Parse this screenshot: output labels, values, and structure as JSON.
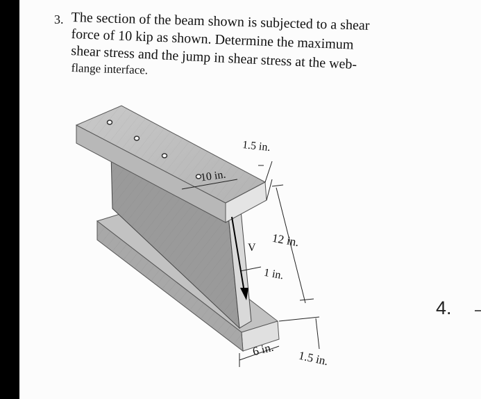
{
  "problem": {
    "number": "3.",
    "lines": [
      "The section of the beam shown is subjected to a shear",
      "force of 10 kip as shown. Determine the maximum",
      "shear stress and the jump in shear stress at the web-",
      "flange interface."
    ]
  },
  "figure": {
    "dimensions": {
      "flange_thickness_top": "1.5 in.",
      "flange_width_top": "10 in.",
      "web_height": "12 in.",
      "web_thickness": "1 in.",
      "flange_width_bottom": "6 in.",
      "flange_thickness_bottom": "1.5 in."
    },
    "shear_label": "V"
  },
  "next_problem_number": "4."
}
